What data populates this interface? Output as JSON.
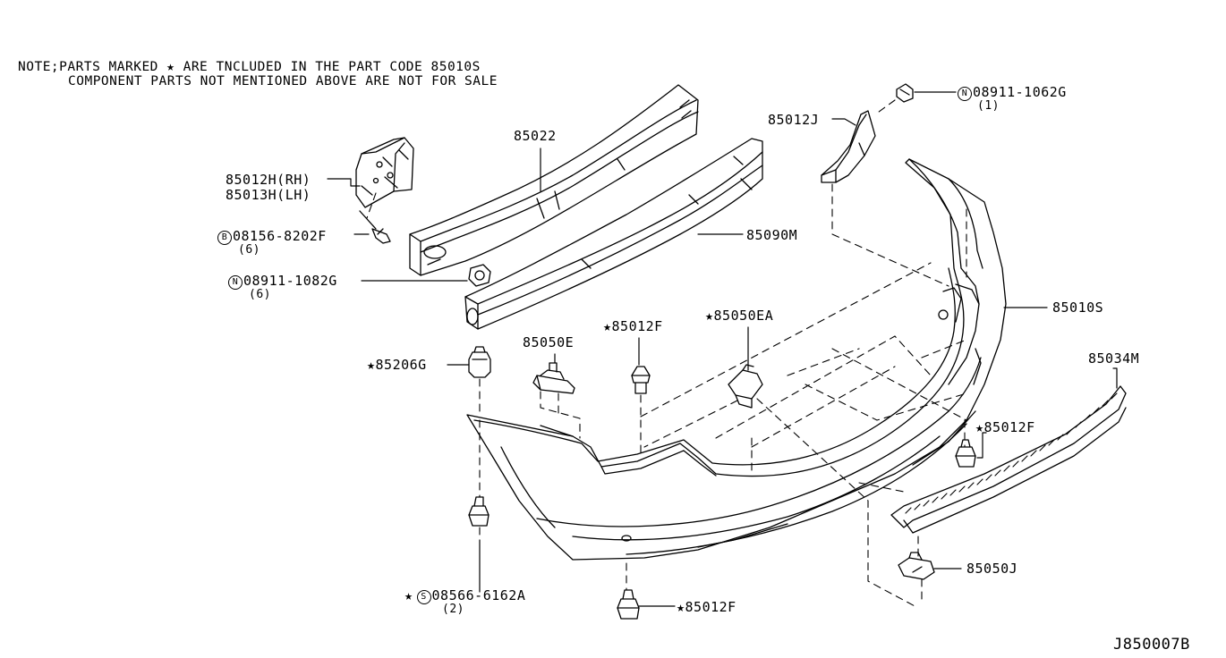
{
  "note": {
    "line1": "NOTE;PARTS MARKED ★ ARE TNCLUDED IN THE PART CODE 85010S",
    "line2": "COMPONENT PARTS NOT MENTIONED ABOVE ARE NOT FOR SALE"
  },
  "labels": {
    "p85022": "85022",
    "p85012H": "85012H(RH)",
    "p85013H": "85013H(LH)",
    "p08156_sym": "B",
    "p08156": "08156-8202F",
    "p08156_qty": "(6)",
    "p08911a_sym": "N",
    "p08911a": "08911-1082G",
    "p08911a_qty": "(6)",
    "p85090M": "85090M",
    "p85012J": "85012J",
    "p08911b_sym": "N",
    "p08911b": "08911-1062G",
    "p08911b_qty": "(1)",
    "p85010S": "85010S",
    "p85050E": "85050E",
    "p85012F_a": "★85012F",
    "p85050EA": "★85050EA",
    "p85206G": "★85206G",
    "p85034M": "85034M",
    "p85012F_b": "★85012F",
    "p85050J": "85050J",
    "p08566_star": "★",
    "p08566_sym": "S",
    "p08566": "08566-6162A",
    "p08566_qty": "(2)",
    "p85012F_c": "★85012F",
    "diagram_code": "J850007B"
  }
}
